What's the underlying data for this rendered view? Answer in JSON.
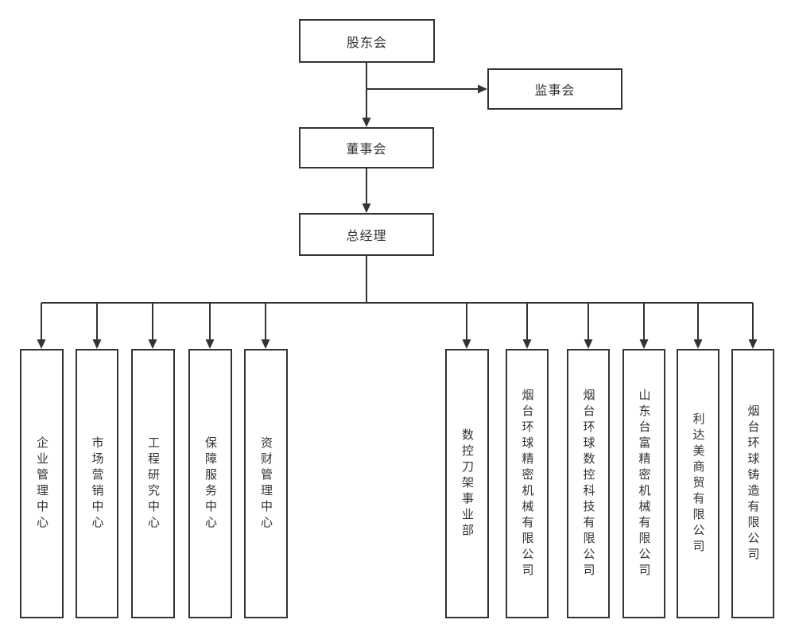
{
  "org": {
    "shareholders": "股东会",
    "supervisory_board": "监事会",
    "board_of_directors": "董事会",
    "general_manager": "总经理",
    "units": [
      {
        "label": "企业管理中心"
      },
      {
        "label": "市场营销中心"
      },
      {
        "label": "工程研究中心"
      },
      {
        "label": "保障服务中心"
      },
      {
        "label": "资财管理中心"
      },
      {
        "label": "数控刀架事业部"
      },
      {
        "label": "烟台环球精密机械有限公司"
      },
      {
        "label": "烟台环球数控科技有限公司"
      },
      {
        "label": "山东台富精密机械有限公司"
      },
      {
        "label": "利达美商贸有限公司"
      },
      {
        "label": "烟台环球铸造有限公司"
      }
    ]
  },
  "colors": {
    "line": "#333333",
    "text": "#333333",
    "background": "#ffffff"
  }
}
